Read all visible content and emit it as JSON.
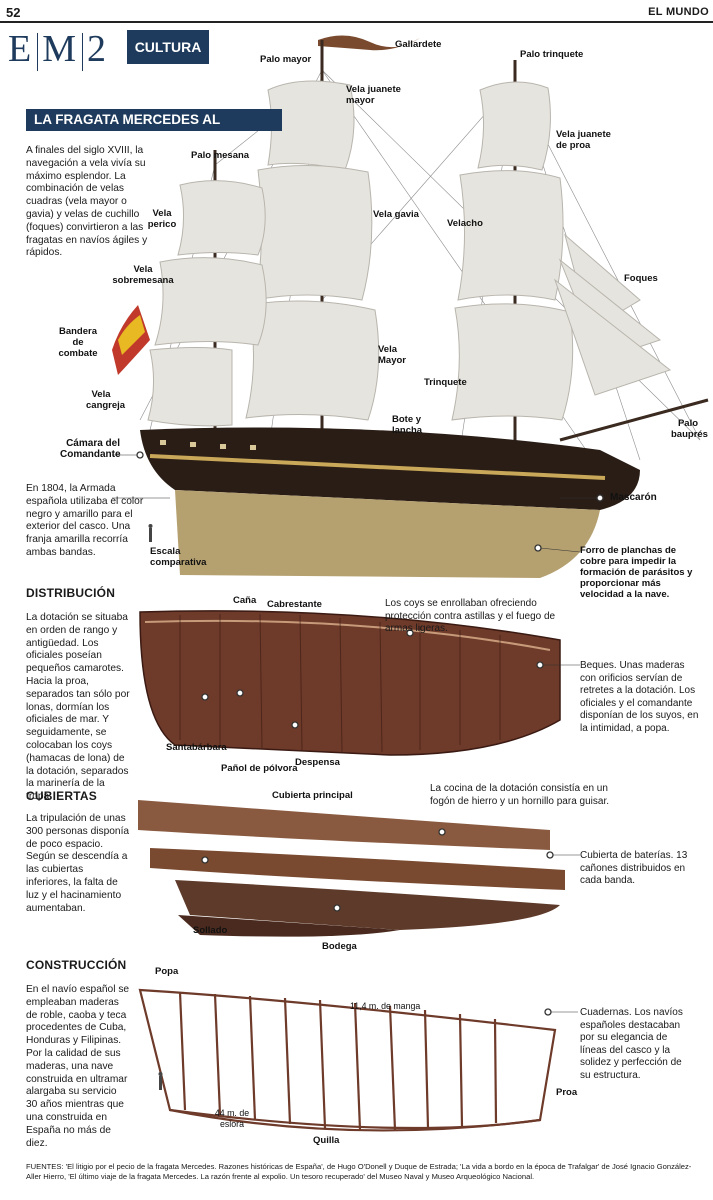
{
  "header": {
    "page_number": "52",
    "brand": "EL MUNDO",
    "section_logo": "EM2",
    "section": "CULTURA"
  },
  "title": "LA FRAGATA MERCEDES AL DETALLE",
  "intro": "A finales del siglo XVIII, la navegación a vela vivía su máximo esplendor. La combinación de velas cuadras (vela mayor o gavia) y velas de cuchillo (foques) convirtieron a las fragatas en navíos ágiles y rápidos.",
  "hull_note": "En 1804, la Armada española utilizaba el color negro y amarillo para el exterior del casco. Una franja amarilla recorría ambas bandas.",
  "ship_labels": {
    "gallardete": "Gallardete",
    "palo_mayor": "Palo mayor",
    "palo_trinquete": "Palo trinquete",
    "vela_juanete_mayor": "Vela juanete mayor",
    "vela_juanete_proa": "Vela juanete de proa",
    "palo_mesana": "Palo mesana",
    "vela_perico": "Vela perico",
    "vela_gavia": "Vela gavia",
    "velacho": "Velacho",
    "vela_sobremesana": "Vela sobremesana",
    "foques": "Foques",
    "bandera": "Bandera de combate",
    "vela_mayor": "Vela Mayor",
    "trinquete": "Trinquete",
    "vela_cangreja": "Vela cangreja",
    "bote": "Bote y lancha",
    "palo_bauprés": "Palo bauprés",
    "camara": "Cámara del Comandante",
    "mascaron": "Mascarón",
    "escala": "Escala comparativa",
    "forro": "Forro de planchas de cobre para impedir la formación de parásitos y proporcionar más velocidad a la nave."
  },
  "distribucion": {
    "heading": "DISTRIBUCIÓN",
    "text": "La dotación se situaba en orden de rango y antigüedad. Los oficiales poseían pequeños camarotes. Hacia la proa, separados tan sólo por lonas, dormían los oficiales de mar. Y seguidamente, se colocaban los coys (hamacas de lona) de la dotación, separados la marinería de la tropa.",
    "labels": {
      "cana": "Caña",
      "cabrestante": "Cabrestante",
      "coys": "Los coys se enrollaban ofreciendo protección contra astillas y el fuego de armas ligeras.",
      "beques": "Beques. Unas maderas con orificios servían de retretes a la dotación. Los oficiales y el comandante disponían de los suyos, en la intimidad, a popa.",
      "santabarbara": "Santabárbara",
      "panol": "Pañol de pólvora",
      "despensa": "Despensa"
    }
  },
  "cubiertas": {
    "heading": "CUBIERTAS",
    "text": "La tripulación de unas 300 personas disponía de poco espacio. Según se descendía a las cubiertas inferiores, la falta de luz y el hacinamiento aumentaban.",
    "labels": {
      "principal": "Cubierta principal",
      "cocina": "La cocina de la dotación consistía en un fogón de hierro y un hornillo para guisar.",
      "baterias": "Cubierta de baterías. 13 cañones distribuidos en cada banda.",
      "sollado": "Sollado",
      "bodega": "Bodega"
    }
  },
  "construccion": {
    "heading": "CONSTRUCCIÓN",
    "text": "En el navío español se empleaban maderas de roble, caoba y teca procedentes de Cuba, Honduras y Filipinas. Por la calidad de sus maderas, una nave construida en ultramar alargaba su servicio 30 años mientras que una construida en España no más de diez.",
    "labels": {
      "popa": "Popa",
      "manga": "11,4 m. de manga",
      "cuadernas": "Cuadernas. Los navíos españoles destacaban por su elegancia de líneas del casco y la solidez y perfección de su estructura.",
      "proa": "Proa",
      "eslora": "44 m. de eslora",
      "quilla": "Quilla"
    }
  },
  "sources": "FUENTES: 'El litigio por el pecio de la fragata Mercedes. Razones históricas de España', de Hugo O'Donell y Duque de Estrada; 'La vida a bordo en la época de Trafalgar' de José Ignacio González-Aller Hierro, 'El último viaje de la fragata Mercedes. La razón frente al expolio. Un tesoro recuperado' del Museo Naval y Museo Arqueológico Nacional.",
  "colors": {
    "navy": "#1e3a5c",
    "hull_dark": "#2a1d16",
    "hull_gold": "#b5a070",
    "wood": "#6e3a2a",
    "sail": "#e6e4de"
  }
}
